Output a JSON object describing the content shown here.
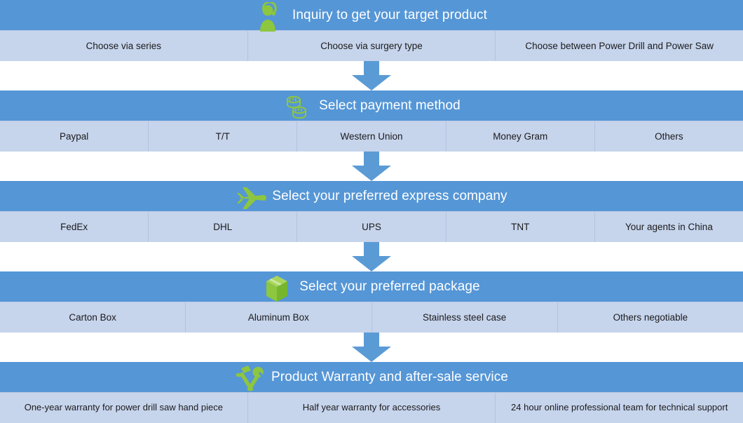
{
  "theme": {
    "header_blue": "#5596D6",
    "option_blue": "#C6D4EC",
    "icon_green": "#8DC63F",
    "arrow_blue": "#5B9BD5",
    "title_color": "#FFFFFF",
    "option_text_color": "#1B1B1B",
    "background": "#FFFFFF"
  },
  "stages": [
    {
      "id": "inquiry",
      "icon": "customer-service-person-icon",
      "title": "Inquiry to get your target product",
      "options": [
        "Choose via series",
        "Choose via surgery type",
        "Choose  between Power Drill and Power Saw"
      ]
    },
    {
      "id": "payment",
      "icon": "coins-stack-icon",
      "title": "Select payment method",
      "options": [
        "Paypal",
        "T/T",
        "Western Union",
        "Money Gram",
        "Others"
      ]
    },
    {
      "id": "express",
      "icon": "airplane-icon",
      "title": "Select your preferred express company",
      "options": [
        "FedEx",
        "DHL",
        "UPS",
        "TNT",
        "Your agents in China"
      ]
    },
    {
      "id": "package",
      "icon": "package-box-icon",
      "title": "Select your preferred package",
      "options": [
        "Carton Box",
        "Aluminum Box",
        "Stainless steel case",
        "Others negotiable"
      ]
    },
    {
      "id": "warranty",
      "icon": "hammer-wrench-tools-icon",
      "title": "Product Warranty and after-sale service",
      "options": [
        "One-year warranty for power drill saw hand piece",
        "Half year warranty for accessories",
        "24 hour online professional team for technical support"
      ]
    }
  ],
  "connectors": [
    {
      "id": "connector-1",
      "icon": "down-arrow-icon"
    },
    {
      "id": "connector-2",
      "icon": "down-arrow-icon"
    },
    {
      "id": "connector-3",
      "icon": "down-arrow-icon"
    },
    {
      "id": "connector-4",
      "icon": "down-arrow-icon"
    }
  ]
}
